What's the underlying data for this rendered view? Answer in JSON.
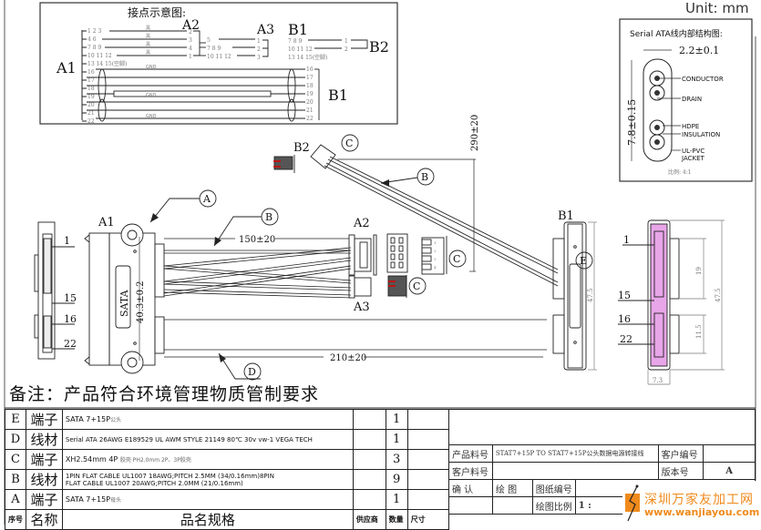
{
  "unit_label": "Unit: mm",
  "pinout": {
    "title": "接点示意图:",
    "a1_label": "A1",
    "a2_label": "A2",
    "a3_label": "A3",
    "b1_label": "B1",
    "b2_label": "B2",
    "a1_pins": [
      "1 2 3",
      "4  6",
      "7 8 9",
      "10 11 12",
      "13 14 15(空脚)",
      "16",
      "17",
      "18",
      "19",
      "20",
      "21",
      "22"
    ],
    "wire_colors": [
      "黑",
      "黑",
      "黑",
      "黑"
    ],
    "a2_pins": [
      "2",
      "3",
      "4",
      "1"
    ],
    "a3_left": [
      "5",
      "7 8 9",
      "10 11 12"
    ],
    "a3_pins": [
      "1",
      "2",
      "3"
    ],
    "b1_top_pins": [
      "7 8 9",
      "10 11 12",
      "13 14 15(空脚)"
    ],
    "b2_pins": [
      "1",
      "2"
    ],
    "b1_bottom_pins": [
      "16",
      "17",
      "18",
      "19",
      "20",
      "21",
      "22"
    ],
    "gnd": "GND"
  },
  "cross_section": {
    "title": "Serial  ATA线内部结构图:",
    "width_dim": "2.2±0.1",
    "height_dim": "7.8±0.15",
    "labels": [
      "CONDUCTOR",
      "DRAIN",
      "HDPE",
      "INSULATION",
      "UL-PVC",
      "JACKET"
    ],
    "scale": "比例: 4:1"
  },
  "drawing": {
    "connectors": {
      "a1": "A1",
      "a2": "A2",
      "a3": "A3",
      "b1": "B1",
      "b2": "B2"
    },
    "callouts": {
      "a": "A",
      "b": "B",
      "c": "C",
      "d": "D",
      "e": "E"
    },
    "dims": {
      "len_a": "150±20",
      "len_b": "290±20",
      "len_d": "210±20",
      "a1_height": "40.3±0.2",
      "b1_height": "47.5",
      "b1_width": "7.3",
      "b1_d1": "19",
      "b1_d2": "11.5",
      "pitch": "2.0"
    },
    "a1_body_text": "SATA",
    "pin_refs": [
      "1",
      "15",
      "16",
      "22"
    ],
    "a2_pin_nums": [
      "1",
      "2",
      "3",
      "4"
    ]
  },
  "note": "备注：产品符合环境管理物质管制要求",
  "bom": {
    "rows": [
      {
        "id": "E",
        "name": "端子",
        "spec": "SATA  7+15P",
        "spec_note": "公头",
        "qty": "1"
      },
      {
        "id": "D",
        "name": "线材",
        "spec": "Serial  ATA  26AWG  E189529  UL  AWM  STYLE  21149  80℃  30v  vw-1  VEGA  TECH",
        "spec_note": "",
        "qty": "1"
      },
      {
        "id": "C",
        "name": "端子",
        "spec": "XH2.54mm  4P",
        "spec_note": "胶壳   PH2.0mm 2P、3P胶壳",
        "qty": "3"
      },
      {
        "id": "B",
        "name": "线材",
        "spec": "1PIN  FLAT  CABLE  UL1007  18AWG;PITCH  2.5MM  (34/0.16mm)8PIN",
        "spec2": "FLAT  CABLE  UL1007  20AWG;PITCH  2.0MM  (21/0.16mm)",
        "spec_note": "",
        "qty": "9"
      },
      {
        "id": "A",
        "name": "端子",
        "spec": "SATA  7+15P",
        "spec_note": "母头",
        "qty": "1"
      }
    ],
    "header": {
      "id": "序号",
      "name": "名称",
      "spec": "品名规格",
      "supplier": "供应商",
      "qty": "数量",
      "size": "尺寸"
    }
  },
  "title_block": {
    "product_no_label": "产品料号",
    "product_no": "STAT7+15P  TO  STAT7+15P公头数据电源转接线",
    "customer_no_label": "客户编号",
    "customer_part_label": "客户料号",
    "version_label": "版本号",
    "version": "A",
    "confirm_label": "确  认",
    "draw_label": "绘  图",
    "drawing_no_label": "图纸编号",
    "scale_label": "绘图比例",
    "scale_value": "1  :"
  },
  "watermark": {
    "name": "深圳万家友加工网",
    "url": "www.wanjiayou.com",
    "color": "#f08a1c"
  }
}
